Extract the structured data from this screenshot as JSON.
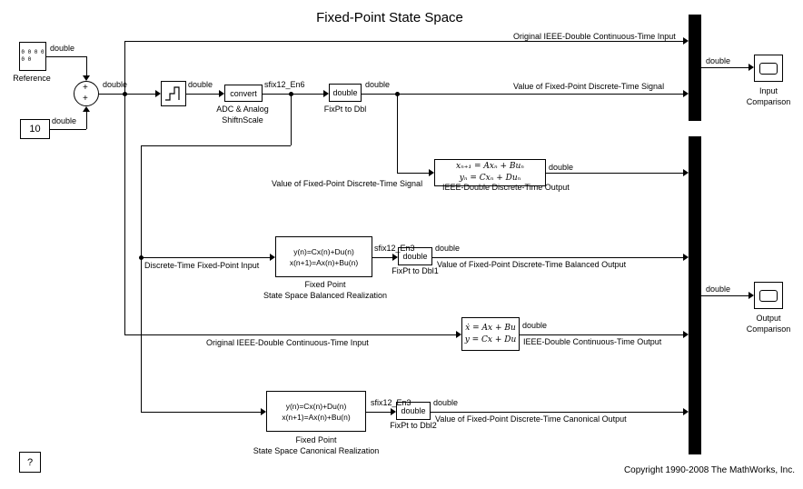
{
  "title": "Fixed-Point State Space",
  "copyright": "Copyright 1990-2008 The MathWorks, Inc.",
  "help": {
    "text": "?"
  },
  "blocks": {
    "reference": {
      "icon_row1": "0 0 0 0",
      "icon_row2": "0 0",
      "label": "Reference"
    },
    "constant": {
      "value": "10"
    },
    "sum": {
      "sign_top": "+",
      "sign_bottom": "+"
    },
    "adc": {
      "label_line1": "ADC & Analog",
      "label_line2": "ShiftnScale"
    },
    "convert": {
      "text": "convert"
    },
    "fixpt_to_dbl": {
      "text": "double",
      "label": "FixPt to Dbl"
    },
    "discrete_ss": {
      "eq_line1": "xₙ₊₁ = Axₙ + Buₙ",
      "eq_line2": "yₙ = Cxₙ + Duₙ",
      "label": "IEEE-Double Discrete-Time Output"
    },
    "ss_balanced": {
      "eq_line1": "y(n)=Cx(n)+Du(n)",
      "eq_line2": "x(n+1)=Ax(n)+Bu(n)",
      "label_line1": "Fixed Point",
      "label_line2": "State Space Balanced Realization"
    },
    "fixpt_to_dbl1": {
      "text": "double",
      "label": "FixPt to Dbl1"
    },
    "continuous_ss": {
      "eq_line1": "ẋ = Ax + Bu",
      "eq_line2": "y = Cx + Du",
      "label": "IEEE-Double Continuous-Time Output"
    },
    "ss_canonical": {
      "eq_line1": "y(n)=Cx(n)+Du(n)",
      "eq_line2": "x(n+1)=Ax(n)+Bu(n)",
      "label_line1": "Fixed Point",
      "label_line2": "State Space Canonical Realization"
    },
    "fixpt_to_dbl2": {
      "text": "double",
      "label": "FixPt to Dbl2"
    },
    "scope_input": {
      "label_line1": "Input",
      "label_line2": "Comparison"
    },
    "scope_output": {
      "label_line1": "Output",
      "label_line2": "Comparison"
    }
  },
  "signals": {
    "reference_out": "double",
    "constant_out": "double",
    "sum_out": "double",
    "adc_out": "double",
    "convert_out": "sfix12_En6",
    "fixpt_to_dbl_out": "double",
    "top_input_label": "Original IEEE-Double Continuous-Time Input",
    "fixed_signal_label_top": "Value of Fixed-Point Discrete-Time Signal",
    "fixed_signal_label_mid": "Value of Fixed-Point Discrete-Time Signal",
    "discrete_ss_out": "double",
    "discrete_fixed_input_label": "Discrete-Time Fixed-Point Input",
    "balanced_out": "sfix12_En3",
    "fixpt_to_dbl1_out": "double",
    "balanced_output_label": "Value of Fixed-Point Discrete-Time Balanced Output",
    "continuous_input_label": "Original IEEE-Double Continuous-Time Input",
    "continuous_ss_out": "double",
    "canonical_out": "sfix12_En3",
    "fixpt_to_dbl2_out": "double",
    "canonical_output_label": "Value of Fixed-Point Discrete-Time Canonical Output",
    "mux_input_out": "double",
    "mux_output_out": "double"
  }
}
